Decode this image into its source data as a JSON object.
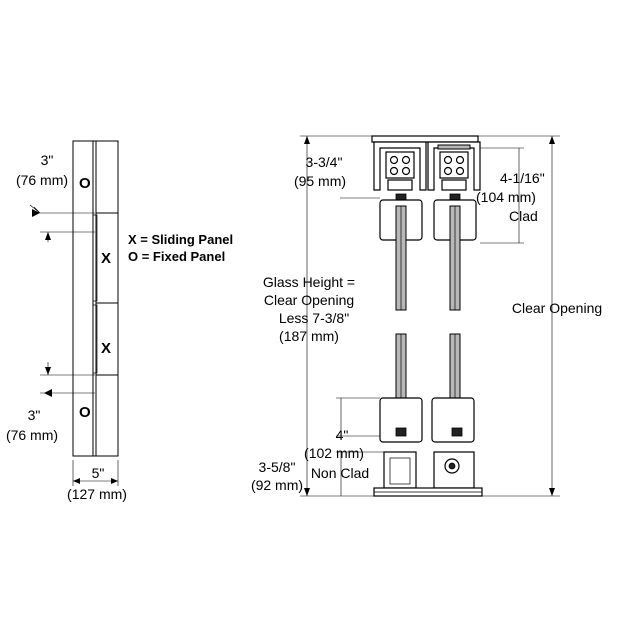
{
  "labels": {
    "left_top_dim": [
      "3\"",
      "(76 mm)"
    ],
    "left_bottom_dim": [
      "3\"",
      "(76 mm)"
    ],
    "left_width_dim": [
      "5\"",
      "(127 mm)"
    ],
    "legend": [
      "X = Sliding Panel",
      "O = Fixed Panel"
    ],
    "panel_marks": [
      "O",
      "X",
      "X",
      "O"
    ],
    "top_rail_dim": [
      "3-3/4\"",
      "(95 mm)"
    ],
    "clad_dim": [
      "4-1/16\"",
      "(104 mm)",
      "Clad"
    ],
    "glass_height": [
      "Glass Height =",
      "Clear Opening",
      "Less 7-3/8\"",
      "(187 mm)"
    ],
    "clear_opening": "Clear Opening",
    "bottom_glass_dim": [
      "4\"",
      "(102 mm)"
    ],
    "non_clad_dim": [
      "3-5/8\"",
      "(92 mm)",
      "Non Clad"
    ]
  }
}
